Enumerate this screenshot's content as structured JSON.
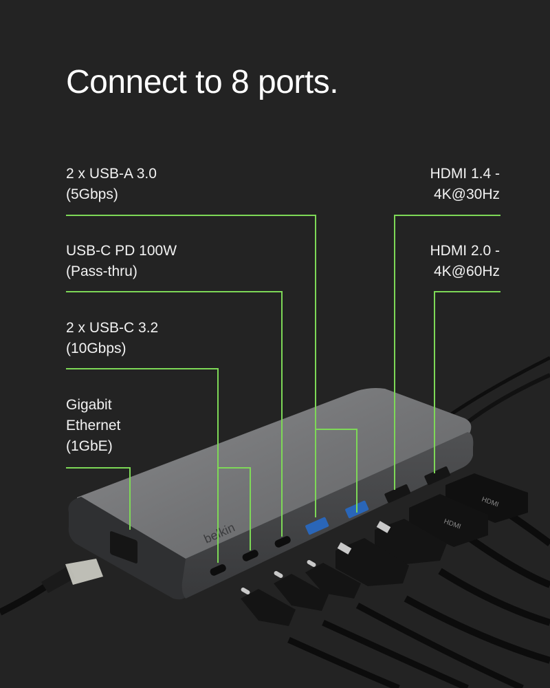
{
  "title": "Connect to 8 ports.",
  "labels": {
    "usb_a": {
      "line1": "2 x USB-A 3.0",
      "line2": "(5Gbps)"
    },
    "usb_c_pd": {
      "line1": "USB-C PD 100W",
      "line2": "(Pass-thru)"
    },
    "usb_c": {
      "line1": "2 x USB-C 3.2",
      "line2": "(10Gbps)"
    },
    "ethernet": {
      "line1": "Gigabit",
      "line2": "Ethernet",
      "line3": "(1GbE)"
    },
    "hdmi14": {
      "line1": "HDMI 1.4 -",
      "line2": "4K@30Hz"
    },
    "hdmi20": {
      "line1": "HDMI 2.0 -",
      "line2": "4K@60Hz"
    }
  },
  "brand": "belkin",
  "colors": {
    "background": "#232323",
    "accent_line": "#7ed957",
    "hub_body": "#6d6e70",
    "cable": "#0c0c0c"
  }
}
